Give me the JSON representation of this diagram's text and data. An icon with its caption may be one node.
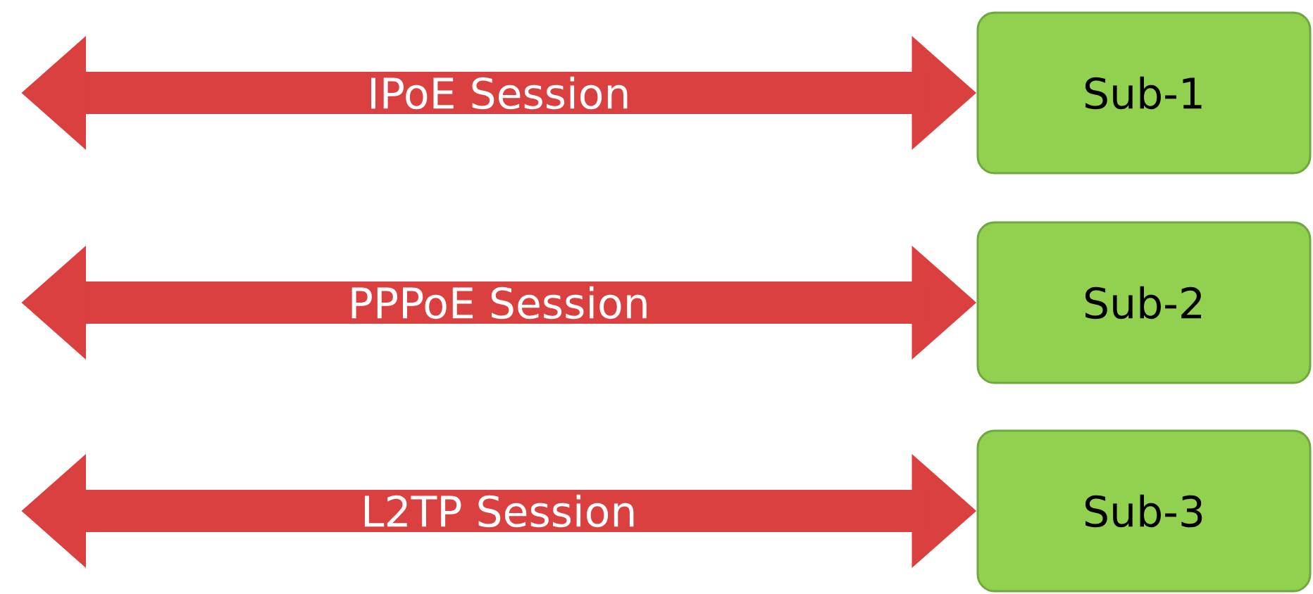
{
  "diagram": {
    "nodes": [
      {
        "text": [
          "Sub-1"
        ]
      },
      {
        "text": [
          "Sub-2"
        ]
      },
      {
        "text": [
          "Sub-3"
        ]
      }
    ],
    "edges": [
      {
        "from": null,
        "to": 0,
        "arrow": "both",
        "label": "IPoE Session"
      },
      {
        "from": null,
        "to": 1,
        "arrow": "both",
        "label": "PPPoE Session"
      },
      {
        "from": null,
        "to": 2,
        "arrow": "both",
        "label": "L2TP Session"
      }
    ]
  }
}
